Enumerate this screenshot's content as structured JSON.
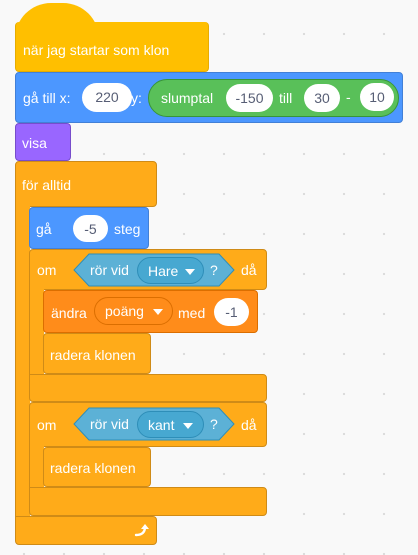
{
  "event_hat": {
    "label": "när jag startar som klon"
  },
  "goto": {
    "label_x": "gå till x:",
    "x_value": "220",
    "label_y": "y:",
    "random": {
      "label": "slumptal",
      "from": "-150",
      "to_label": "till",
      "to": "30"
    },
    "minus": "-",
    "subtract_value": "10"
  },
  "show": {
    "label": "visa"
  },
  "forever": {
    "label": "för alltid",
    "loop_icon": "loop-arrow-icon"
  },
  "move": {
    "label_pre": "gå",
    "steps": "-5",
    "label_post": "steg"
  },
  "if1": {
    "label_if": "om",
    "touching": {
      "label": "rör vid",
      "object": "Hare",
      "q": "?"
    },
    "label_then": "då"
  },
  "change_var": {
    "label": "ändra",
    "variable": "poäng",
    "label_by": "med",
    "value": "-1"
  },
  "delete_clone_1": {
    "label": "radera klonen"
  },
  "if2": {
    "label_if": "om",
    "touching": {
      "label": "rör vid",
      "object": "kant",
      "q": "?"
    },
    "label_then": "då"
  },
  "delete_clone_2": {
    "label": "radera klonen"
  },
  "colors": {
    "events": "#ffbf00",
    "motion": "#4c97ff",
    "operators": "#59c059",
    "looks": "#9966ff",
    "control": "#ffab19",
    "variables": "#ff8c1a",
    "sensing": "#5cb1d6"
  }
}
